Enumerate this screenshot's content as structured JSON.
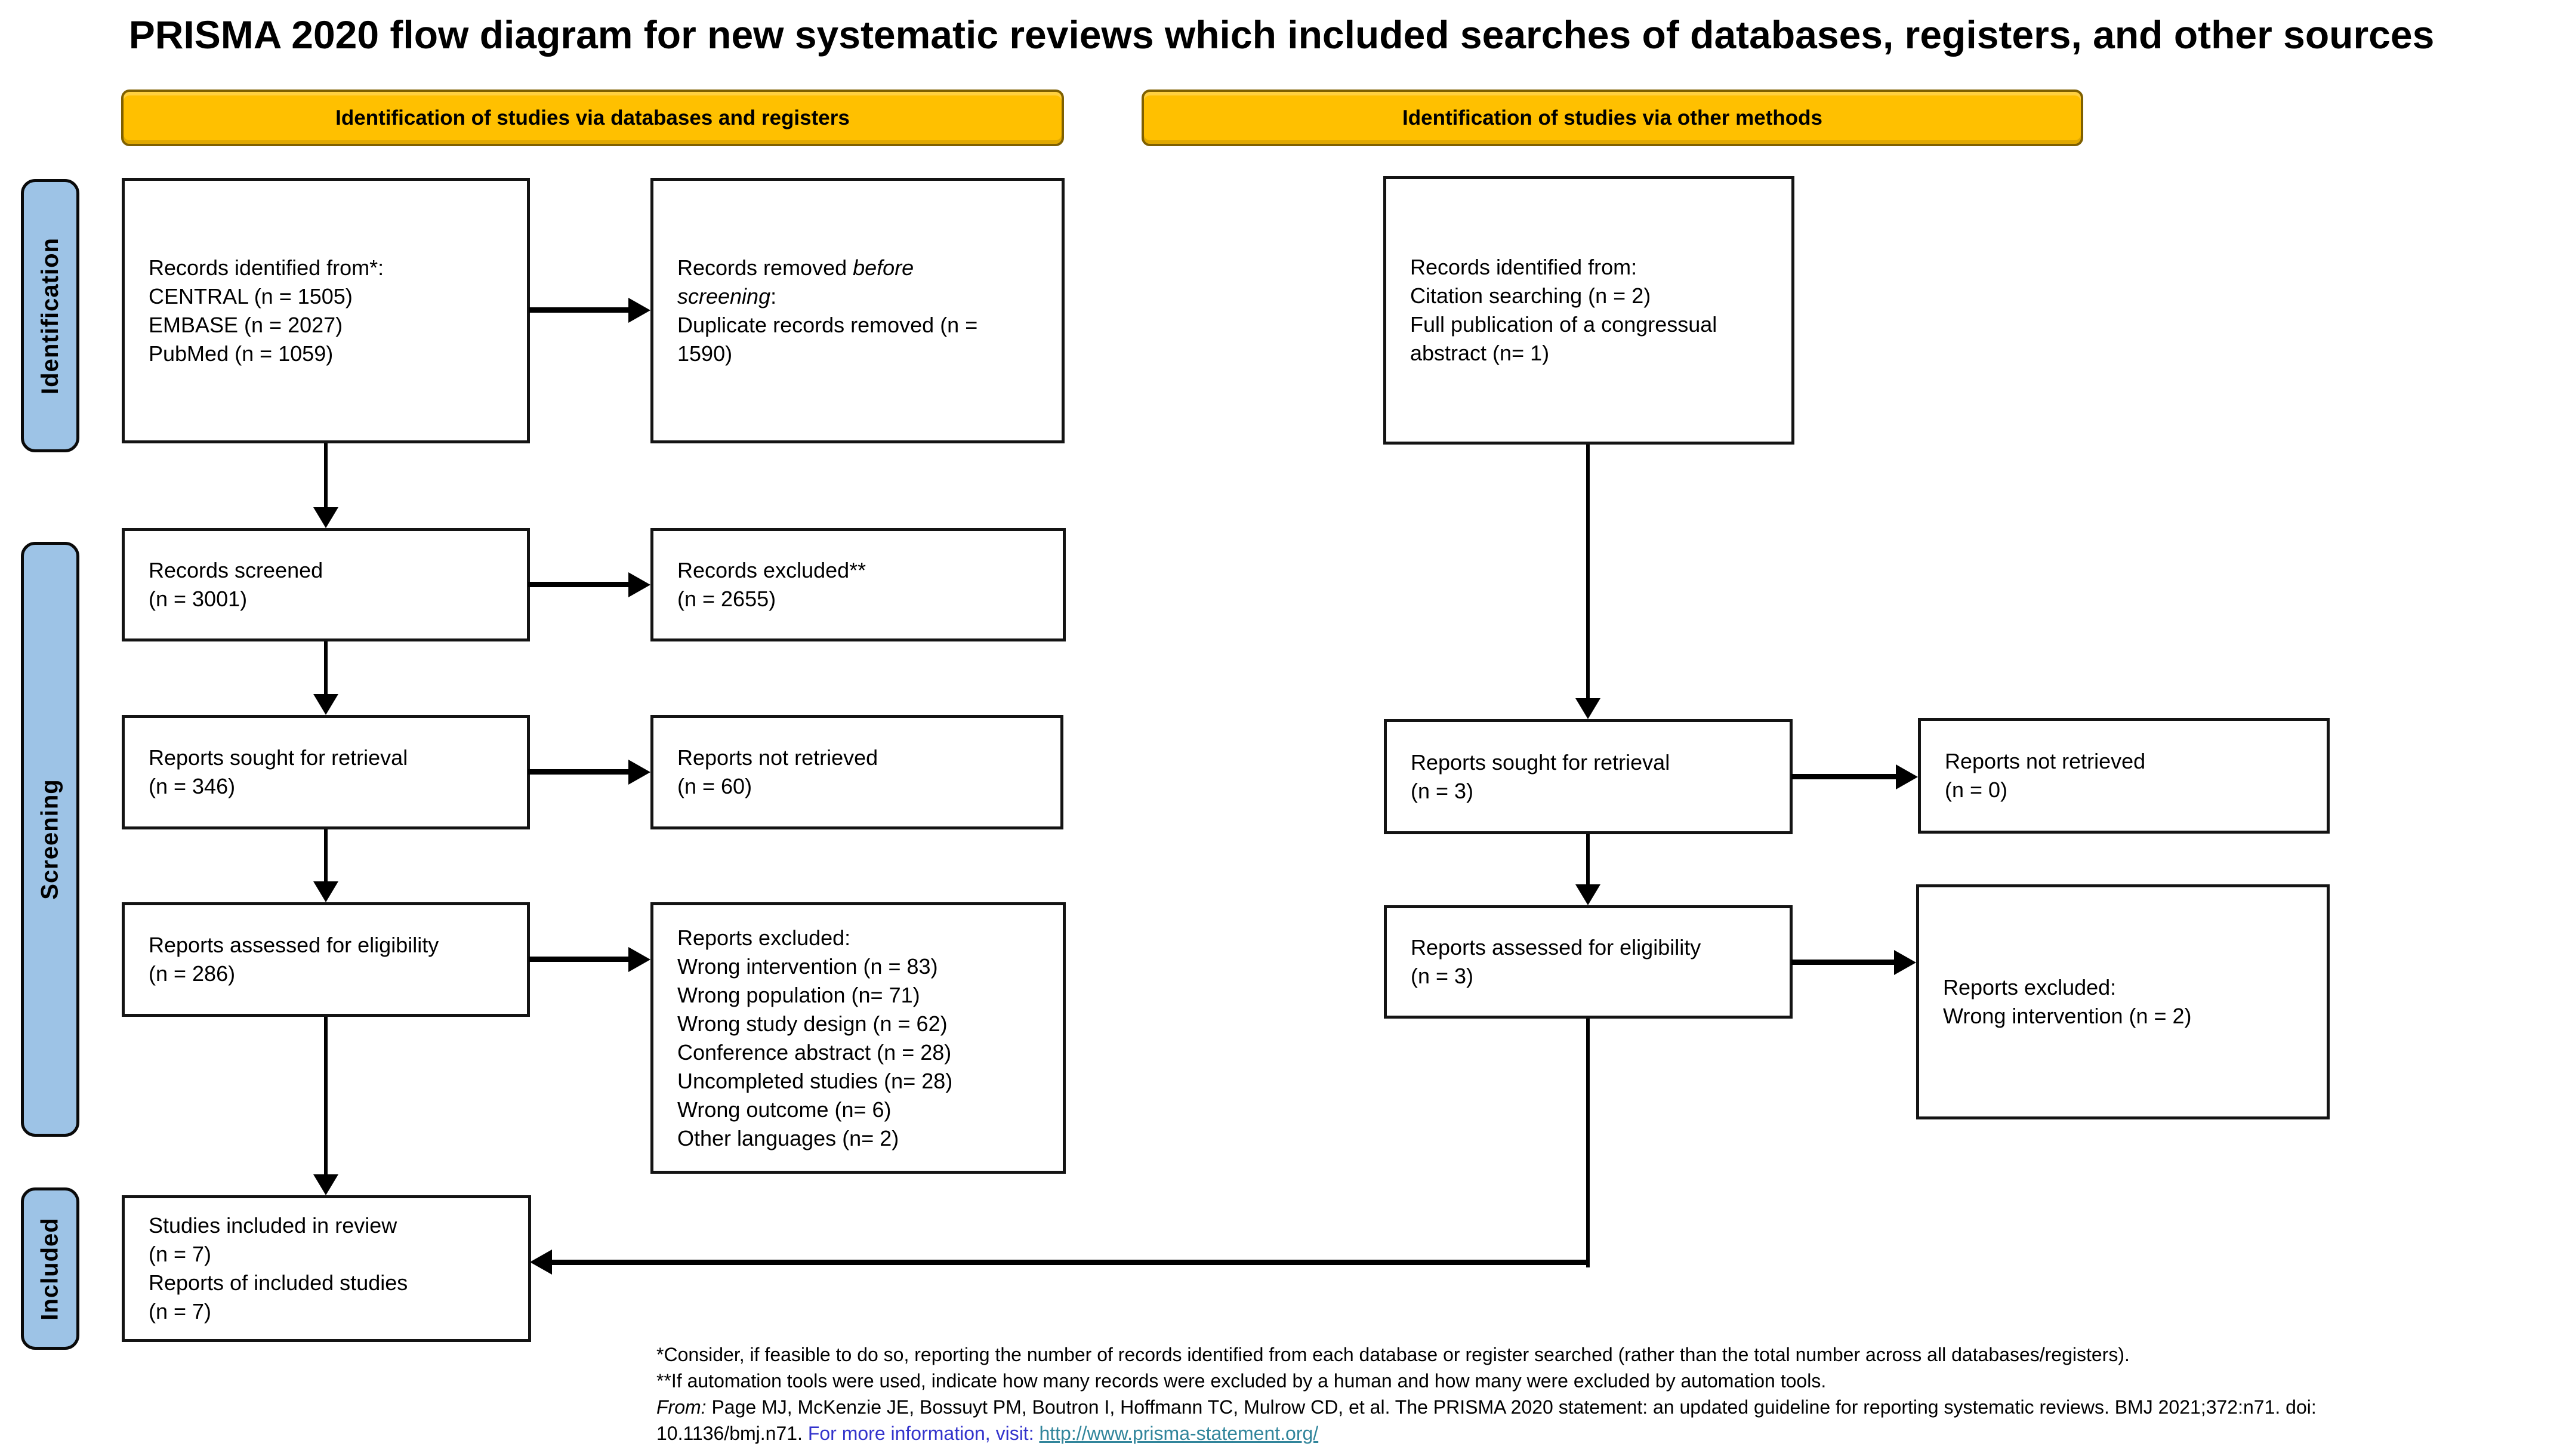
{
  "title": "PRISMA 2020 flow diagram for new systematic reviews which included searches of databases, registers, and other sources",
  "section_headers": {
    "databases": "Identification of studies via databases and registers",
    "other_methods": "Identification of studies via other methods"
  },
  "stage_labels": {
    "identification": "Identification",
    "screening": "Screening",
    "included": "Included"
  },
  "boxes": {
    "records_identified": {
      "l1": "Records identified from*:",
      "l2": "CENTRAL (n = 1505)",
      "l3": "EMBASE (n = 2027)",
      "l4": "PubMed (n = 1059)"
    },
    "records_removed": {
      "l1a": "Records removed ",
      "l1b": "before",
      "l2a": "screening",
      "l2b": ":",
      "l3": "Duplicate records removed (n =",
      "l4": "1590)"
    },
    "records_screened": {
      "l1": "Records screened",
      "l2": "(n = 3001)"
    },
    "records_excluded": {
      "l1": "Records excluded**",
      "l2": "(n = 2655)"
    },
    "reports_sought": {
      "l1": "Reports sought for retrieval",
      "l2": "(n = 346)"
    },
    "reports_not_retrieved": {
      "l1": "Reports not retrieved",
      "l2": "(n = 60)"
    },
    "reports_assessed": {
      "l1": "Reports assessed for eligibility",
      "l2": "(n = 286)"
    },
    "reports_excluded": {
      "l1": "Reports excluded:",
      "l2": "Wrong intervention (n = 83)",
      "l3": "Wrong population (n= 71)",
      "l4": "Wrong study design (n = 62)",
      "l5": "Conference abstract (n = 28)",
      "l6": "Uncompleted studies (n= 28)",
      "l7": "Wrong outcome (n= 6)",
      "l8": "Other languages (n= 2)"
    },
    "studies_included": {
      "l1": "Studies included in review",
      "l2": "(n = 7)",
      "l3": "Reports of included studies",
      "l4": "(n = 7)"
    },
    "other_records_identified": {
      "l1": "Records identified from:",
      "l2": "Citation searching (n = 2)",
      "l3": "Full publication of a congressual",
      "l4": "abstract (n= 1)"
    },
    "other_reports_sought": {
      "l1": "Reports sought for retrieval",
      "l2": "(n = 3)"
    },
    "other_reports_not_retrieved": {
      "l1": "Reports not retrieved",
      "l2": "(n = 0)"
    },
    "other_reports_assessed": {
      "l1": "Reports assessed for eligibility",
      "l2": "(n = 3)"
    },
    "other_reports_excluded": {
      "l1": "Reports excluded:",
      "l2": "Wrong intervention (n = 2)"
    }
  },
  "footnotes": {
    "line1": "*Consider, if feasible to do so, reporting the number of records identified from each database or register searched (rather than the total number across all databases/registers).",
    "line2": "**If automation tools were used, indicate how many records were excluded by a human and how many were excluded by automation tools.",
    "line3_from": "From:",
    "line3_rest": "  Page MJ, McKenzie JE, Bossuyt PM, Boutron I, Hoffmann TC, Mulrow CD, et al. The PRISMA 2020 statement: an updated guideline for reporting systematic reviews. BMJ 2021;372:n71. doi:",
    "line4_doi": "10.1136/bmj.n71. ",
    "line4_more": "For more information, visit: ",
    "line4_url": "http://www.prisma-statement.org/"
  },
  "colors": {
    "header_fill": "#FFC000",
    "header_border": "#7F6000",
    "stage_fill": "#9DC3E6",
    "link_blue": "#3333CC",
    "link_teal": "#31859B"
  }
}
